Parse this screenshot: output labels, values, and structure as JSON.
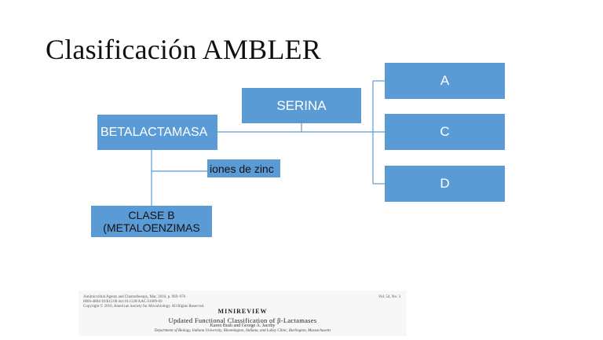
{
  "slide": {
    "title": "Clasificación AMBLER"
  },
  "diagram": {
    "root": "BETALACTAMASA",
    "serina": "SERINA",
    "classes": [
      "A",
      "C",
      "D"
    ],
    "zinc": "iones de zinc",
    "clase_b_line1": "CLASE B",
    "clase_b_line2": "(METALOENZIMAS",
    "colors": {
      "box_fill": "#5b9bd5",
      "connector": "#5b9bd5"
    }
  },
  "paper": {
    "meta1": "Antimicrobial Agents and Chemotherapy, Mar. 2010, p. 969–976",
    "meta2": "0066-4804/10/$12.00 doi:10.1128/AAC.01009-09",
    "meta3": "Copyright © 2010, American Society for Microbiology. All Rights Reserved.",
    "volume": "Vol. 54, No. 3",
    "section": "MINIREVIEW",
    "title": "Updated Functional Classification of β-Lactamases",
    "authors": "Karen Bush and George A. Jacoby",
    "affiliation": "Department of Biology, Indiana University, Bloomington, Indiana, and Lahey Clinic, Burlington, Massachusetts"
  }
}
